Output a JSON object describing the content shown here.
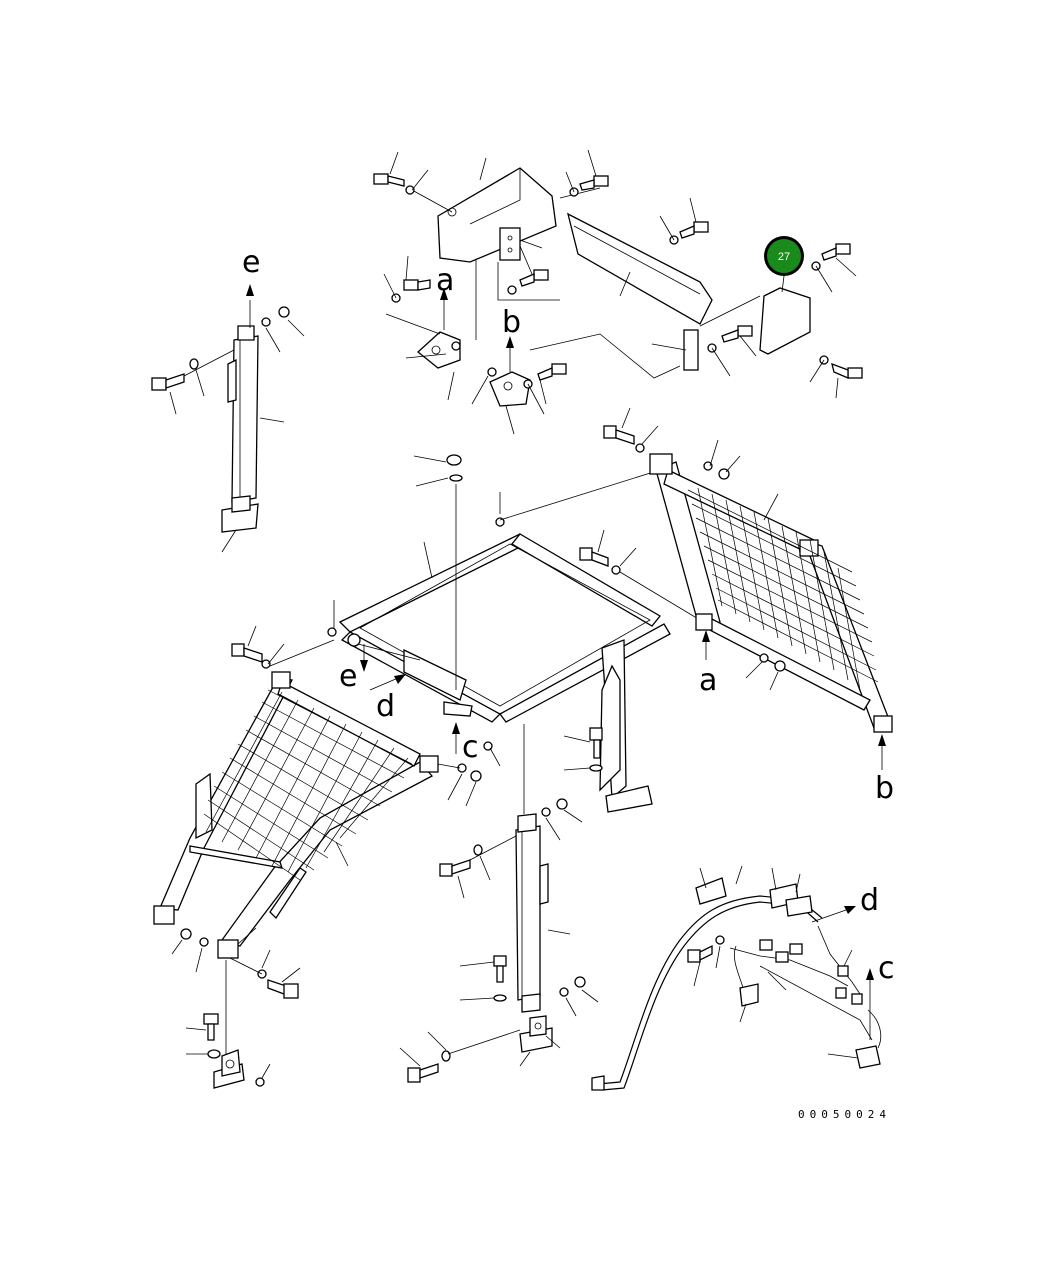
{
  "diagram": {
    "drawing_number": "00050024",
    "highlight": {
      "number": "27",
      "color": "#1a8a1a",
      "ring_color": "#000000"
    },
    "reference_labels": [
      "a",
      "b",
      "c",
      "d",
      "e",
      "a",
      "b",
      "c",
      "d",
      "e"
    ]
  }
}
